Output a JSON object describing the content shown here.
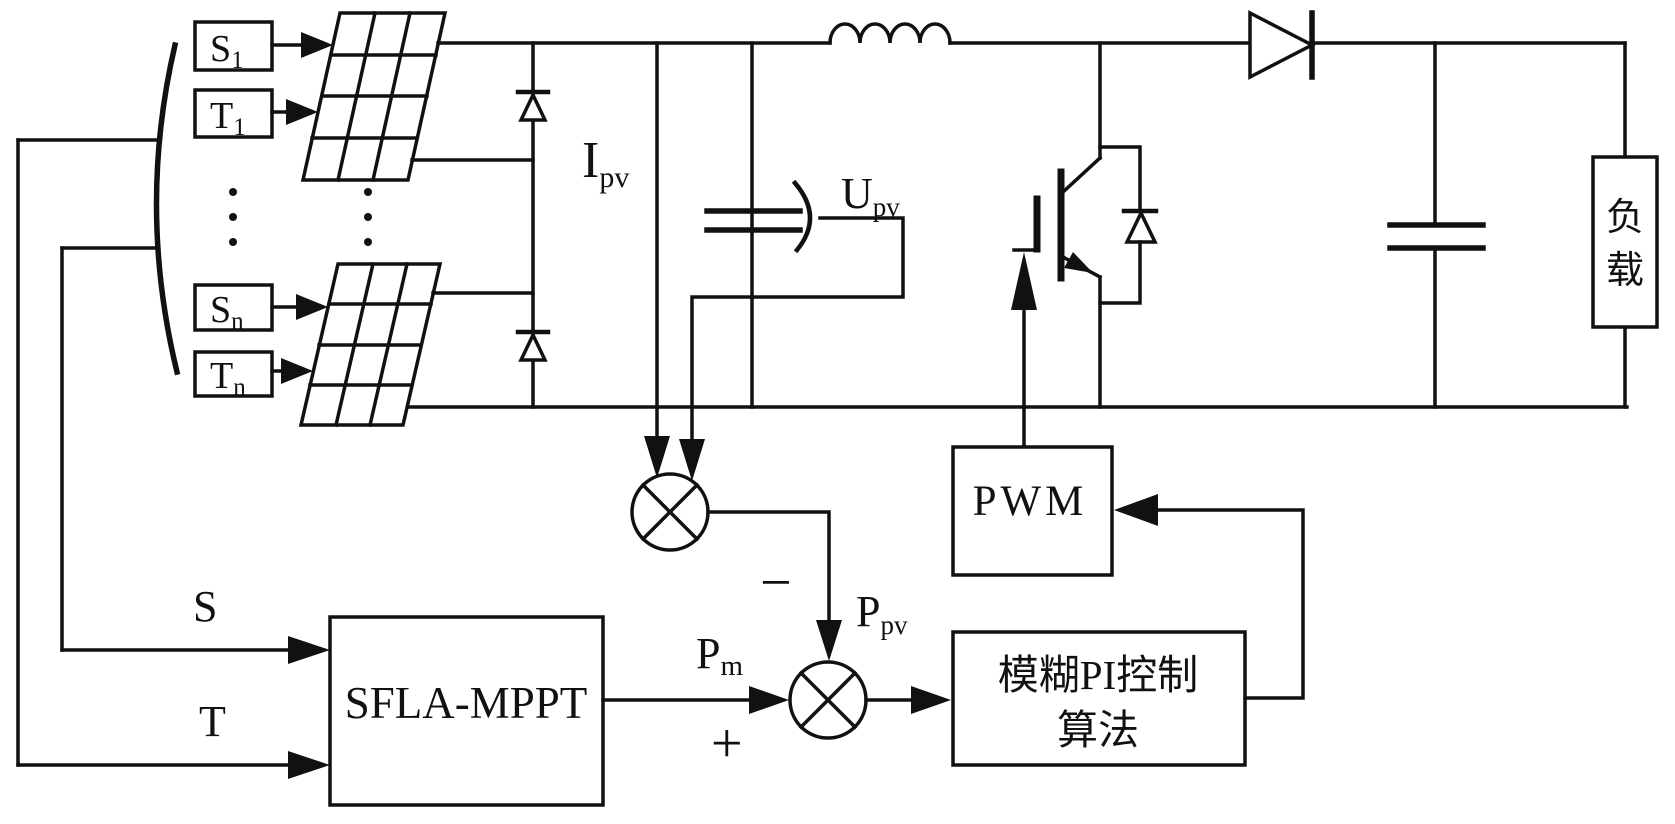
{
  "colors": {
    "ink": "#111111",
    "bg": "#ffffff"
  },
  "labels": {
    "array": {
      "s1_base": "S",
      "s1_sub": "1",
      "t1_base": "T",
      "t1_sub": "1",
      "sn_base": "S",
      "sn_sub": "n",
      "tn_base": "T",
      "tn_sub": "n"
    },
    "signals": {
      "ipv_base": "I",
      "ipv_sub": "pv",
      "upv_base": "U",
      "upv_sub": "pv",
      "ppv_base": "P",
      "ppv_sub": "pv",
      "pm_base": "P",
      "pm_sub": "m",
      "s_input": "S",
      "t_input": "T",
      "minus": "−",
      "plus": "+"
    },
    "blocks": {
      "mppt": "SFLA-MPPT",
      "pwm": "PWM",
      "fuzzy_line1": "模糊PI控制",
      "fuzzy_line2": "算法",
      "load_char1": "负",
      "load_char2": "载"
    }
  }
}
